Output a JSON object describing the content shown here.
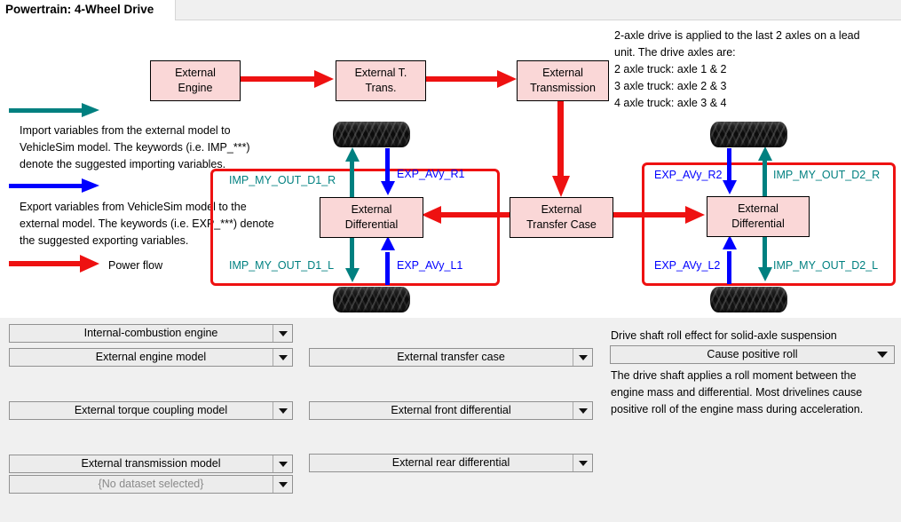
{
  "window": {
    "title": "Powertrain: 4-Wheel Drive"
  },
  "legend": {
    "import_text": "Import variables from the external model to\nVehicleSim model. The keywords (i.e. IMP_***)\ndenote the suggested importing variables.",
    "export_text": "Export variables from VehicleSim model to the\nexternal model. The keywords (i.e. EXP_***) denote\nthe suggested exporting variables.",
    "power_text": "Power flow",
    "import_color": "#008080",
    "export_color": "#0000ff",
    "power_color": "#ee1111"
  },
  "note": {
    "axle_info": "2-axle drive is applied to the last 2 axles on a lead\nunit. The drive axles are:\n2 axle truck: axle 1 & 2\n3 axle truck: axle 2 & 3\n4 axle truck: axle 3 & 4"
  },
  "diagram": {
    "box_fill": "#fad7d7",
    "engine_box": "External\nEngine",
    "t_trans_box": "External T.\nTrans.",
    "transmission_box": "External\nTransmission",
    "transfer_case_box": "External\nTransfer Case",
    "front_diff_box": "External\nDifferential",
    "rear_diff_box": "External\nDifferential",
    "ports": {
      "front_imp_r": "IMP_MY_OUT_D1_R",
      "front_exp_r": "EXP_AVy_R1",
      "front_imp_l": "IMP_MY_OUT_D1_L",
      "front_exp_l": "EXP_AVy_L1",
      "rear_exp_r": "EXP_AVy_R2",
      "rear_imp_r": "IMP_MY_OUT_D2_R",
      "rear_exp_l": "EXP_AVy_L2",
      "rear_imp_l": "IMP_MY_OUT_D2_L"
    }
  },
  "controls": {
    "powertrain_kind": {
      "value": "Internal-combustion engine"
    },
    "engine_model": {
      "value": "External engine model"
    },
    "torque_coupling": {
      "value": "External torque coupling model"
    },
    "transmission_model": {
      "value": "External transmission model"
    },
    "transmission_dataset": {
      "value": "{No dataset selected}"
    },
    "transfer_case": {
      "value": "External transfer case"
    },
    "front_differential": {
      "value": "External front differential"
    },
    "rear_differential": {
      "value": "External rear differential"
    },
    "roll_effect": {
      "label": "Drive shaft roll effect for solid-axle suspension",
      "value": "Cause positive roll",
      "description": "The drive shaft applies a roll moment between the\nengine mass and differential. Most drivelines cause\npositive roll of the engine mass during acceleration."
    }
  }
}
